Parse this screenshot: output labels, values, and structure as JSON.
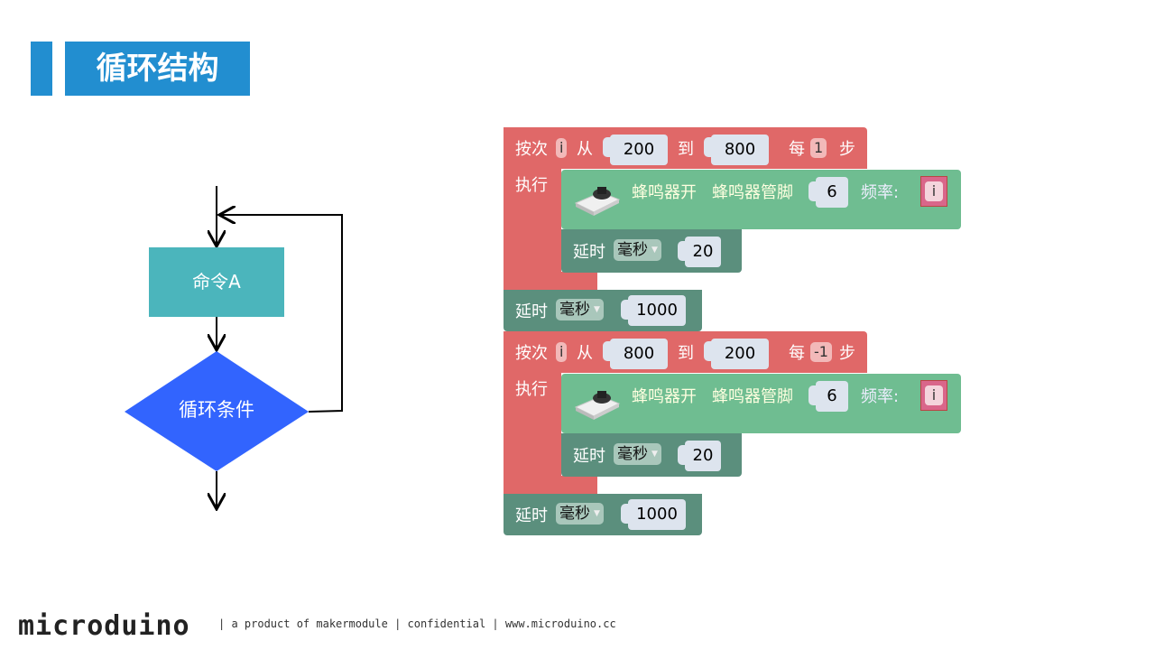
{
  "title": "循环结构",
  "flowchart": {
    "command": "命令A",
    "condition": "循环条件"
  },
  "loops": [
    {
      "label_loop": "按次",
      "var": "i",
      "from_label": "从",
      "from": "200",
      "to_label": "到",
      "to": "800",
      "step_label": "每",
      "step": "1",
      "step_suffix": "步",
      "do_label": "执行",
      "buzzer": {
        "label": "蜂鸣器开",
        "pin_label": "蜂鸣器管脚",
        "pin": "6",
        "freq_label": "频率:",
        "freq_var": "i"
      },
      "inner_delay": {
        "label": "延时",
        "unit": "毫秒",
        "value": "20"
      },
      "after_delay": {
        "label": "延时",
        "unit": "毫秒",
        "value": "1000"
      }
    },
    {
      "label_loop": "按次",
      "var": "i",
      "from_label": "从",
      "from": "800",
      "to_label": "到",
      "to": "200",
      "step_label": "每",
      "step": "-1",
      "step_suffix": "步",
      "do_label": "执行",
      "buzzer": {
        "label": "蜂鸣器开",
        "pin_label": "蜂鸣器管脚",
        "pin": "6",
        "freq_label": "频率:",
        "freq_var": "i"
      },
      "inner_delay": {
        "label": "延时",
        "unit": "毫秒",
        "value": "20"
      },
      "after_delay": {
        "label": "延时",
        "unit": "毫秒",
        "value": "1000"
      }
    }
  ],
  "footer": {
    "logo": "microduino",
    "text": "| a product of makermodule | confidential | www.microduino.cc"
  }
}
